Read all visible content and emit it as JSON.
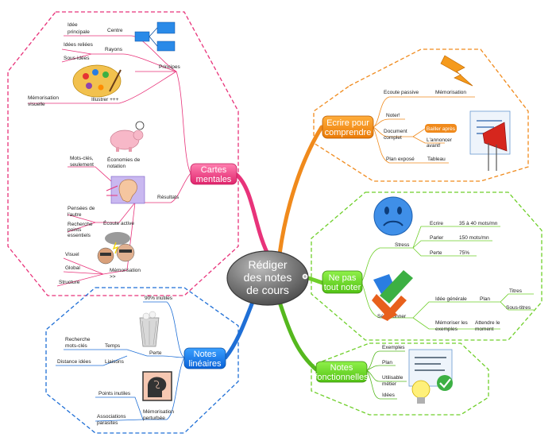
{
  "center": {
    "lines": [
      "Rédiger",
      "des notes",
      "de cours"
    ]
  },
  "branches": {
    "cartes": {
      "title": [
        "Cartes",
        "mentales"
      ],
      "principes": "Principes",
      "centre": "Centre",
      "idee_principale": [
        "Idée",
        "principale"
      ],
      "rayons": "Rayons",
      "idees_reliees": "Idées reliées",
      "sous_idees": "Sous-idées",
      "illustrer": "Illustrer +++",
      "memorisation_visuelle": [
        "Mémorisation",
        "visuelle"
      ],
      "resultats": "Résultats",
      "economies": [
        "Économies de",
        "notation"
      ],
      "mots_cles": [
        "Mots-clés,",
        "seulement"
      ],
      "ecoute_active": "Écoute active",
      "pensees": [
        "Pensées de",
        "l'autre"
      ],
      "recherche_points": [
        "Recherche",
        "points",
        "essentiels"
      ],
      "memorisation": [
        "Mémorisation",
        ">>"
      ],
      "visuel": "Visuel",
      "global": "Global",
      "structure": "Structure"
    },
    "lineaires": {
      "title": [
        "Notes",
        "linéaires"
      ],
      "inutiles": "90% inutiles",
      "perte": "Perte",
      "temps": "Temps",
      "recherche_mots": [
        "Recherche",
        "mots-clés"
      ],
      "liaisons": "Liaisons",
      "distance_idees": "Distance idées",
      "memorisation_perturbee": [
        "Mémorisation",
        "perturbée"
      ],
      "points_inutiles": "Points inutiles",
      "associations": [
        "Associations",
        "parasites"
      ]
    },
    "ecrire": {
      "title": [
        "Ecrire pour",
        "comprendre"
      ],
      "ecoute_passive": "Ecoute passive",
      "memorisation": "Mémorisation",
      "noter": "Noter!",
      "document": [
        "Document",
        "complet"
      ],
      "ballon": "Bailler après",
      "annoncer": [
        "L'annoncer",
        "avant!"
      ],
      "plan_expose": "Plan exposé",
      "tableau": "Tableau"
    },
    "nepas": {
      "title": [
        "Ne pas",
        "tout noter"
      ],
      "stress": "Stress",
      "ecrire": "Ecrire",
      "ecrire_val": "35 à 40 mots/mn",
      "parler": "Parler",
      "parler_val": "150 mots/mn",
      "perte": "Perte",
      "perte_val": "75%",
      "selectionner": "Sélectionner",
      "idee_generale": "Idée générale",
      "plan": "Plan",
      "titres": "Titres",
      "sous_titres": "Sous-titres",
      "memoriser": [
        "Mémoriser les",
        "exemples"
      ],
      "attendre": [
        "Attendre le",
        "moment"
      ]
    },
    "fonctionnelles": {
      "title": [
        "Notes",
        "fonctionnelles"
      ],
      "exemples": "Exemples",
      "plan": "Plan",
      "utilisable": [
        "Utilisable",
        "métier"
      ],
      "idees": "Idées"
    }
  },
  "colors": {
    "pink": "#e8337a",
    "blue": "#1f6fd6",
    "orange": "#f08a1c",
    "green": "#6fcf2a",
    "dark_green": "#55b81e",
    "center_gray": "#6e6e6e"
  }
}
